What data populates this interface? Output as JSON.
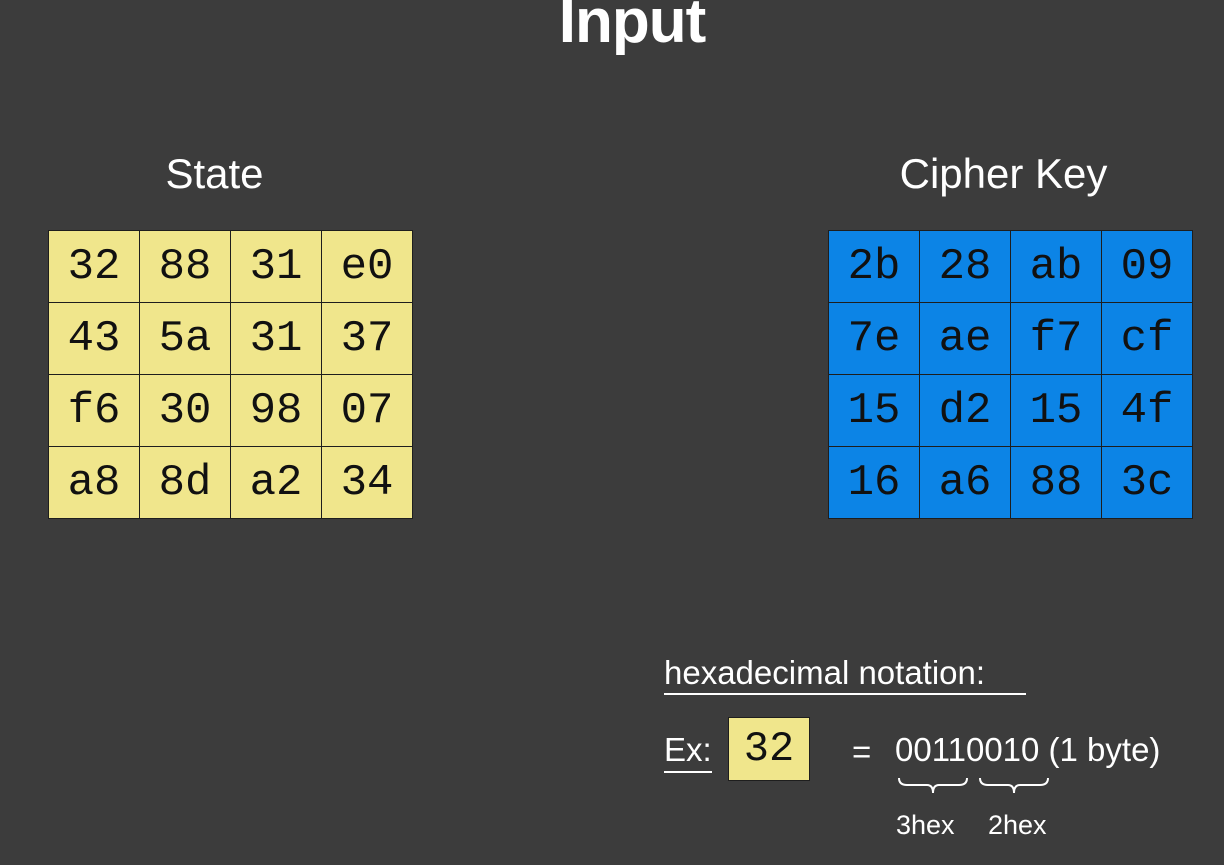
{
  "title": "Input",
  "state": {
    "label": "State",
    "rows": [
      [
        "32",
        "88",
        "31",
        "e0"
      ],
      [
        "43",
        "5a",
        "31",
        "37"
      ],
      [
        "f6",
        "30",
        "98",
        "07"
      ],
      [
        "a8",
        "8d",
        "a2",
        "34"
      ]
    ]
  },
  "cipher_key": {
    "label": "Cipher Key",
    "rows": [
      [
        "2b",
        "28",
        "ab",
        "09"
      ],
      [
        "7e",
        "ae",
        "f7",
        "cf"
      ],
      [
        "15",
        "d2",
        "15",
        "4f"
      ],
      [
        "16",
        "a6",
        "88",
        "3c"
      ]
    ]
  },
  "hex_note": {
    "heading": "hexadecimal notation:",
    "ex_label": "Ex:",
    "ex_value": "32",
    "equals": "=",
    "binary": "00110010 (1 byte)",
    "left_brace_label": "3hex",
    "right_brace_label": "2hex"
  },
  "colors": {
    "background": "#3c3c3c",
    "state_cell": "#f0e68c",
    "key_cell": "#0c84e6",
    "text": "#ffffff"
  }
}
